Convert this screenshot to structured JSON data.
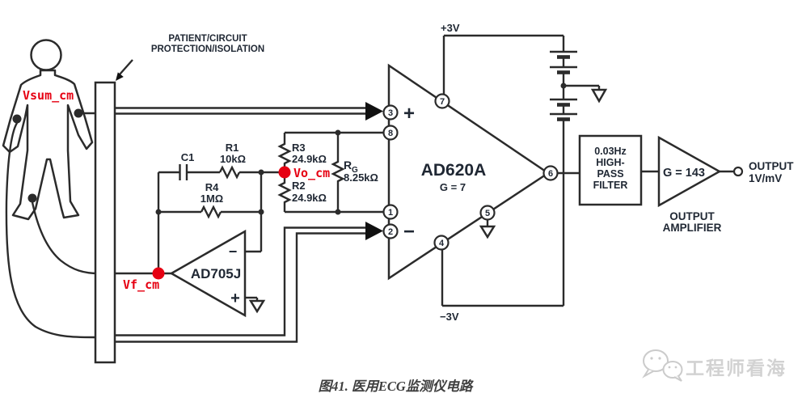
{
  "diagram": {
    "isolation_label": {
      "line1": "PATIENT/CIRCUIT",
      "line2": "PROTECTION/ISOLATION"
    },
    "nodes": {
      "vsum": "Vsum_cm",
      "vo": "Vo_cm",
      "vf": "Vf_cm"
    },
    "components": {
      "c1": {
        "name": "C1"
      },
      "r1": {
        "name": "R1",
        "value": "10kΩ"
      },
      "r4": {
        "name": "R4",
        "value": "1MΩ"
      },
      "r3": {
        "name": "R3",
        "value": "24.9kΩ"
      },
      "r2": {
        "name": "R2",
        "value": "24.9kΩ"
      },
      "rg": {
        "name": "R",
        "sub": "G",
        "value": "8.25kΩ"
      },
      "ad620": {
        "name": "AD620A",
        "gain": "G = 7",
        "plus": "+",
        "minus": "−"
      },
      "ad705": {
        "name": "AD705J",
        "plus": "+",
        "minus": "−"
      },
      "filter": {
        "line1": "0.03Hz",
        "line2": "HIGH-",
        "line3": "PASS",
        "line4": "FILTER"
      },
      "outamp": {
        "gain": "G = 143",
        "label1": "OUTPUT",
        "label2": "AMPLIFIER"
      }
    },
    "pins": {
      "p1": "1",
      "p2": "2",
      "p3": "3",
      "p4": "4",
      "p5": "5",
      "p6": "6",
      "p7": "7",
      "p8": "8"
    },
    "supplies": {
      "pos": "+3V",
      "neg": "−3V"
    },
    "output": {
      "line1": "OUTPUT",
      "line2": "1V/mV"
    },
    "caption": "图41. 医用ECG监测仪电路",
    "watermark": {
      "text": "工程师看海"
    }
  },
  "colors": {
    "line": "#2b2b2b",
    "label": "#1f2733",
    "annotation_red": "#e60012",
    "watermark": "#d2d2d2"
  }
}
